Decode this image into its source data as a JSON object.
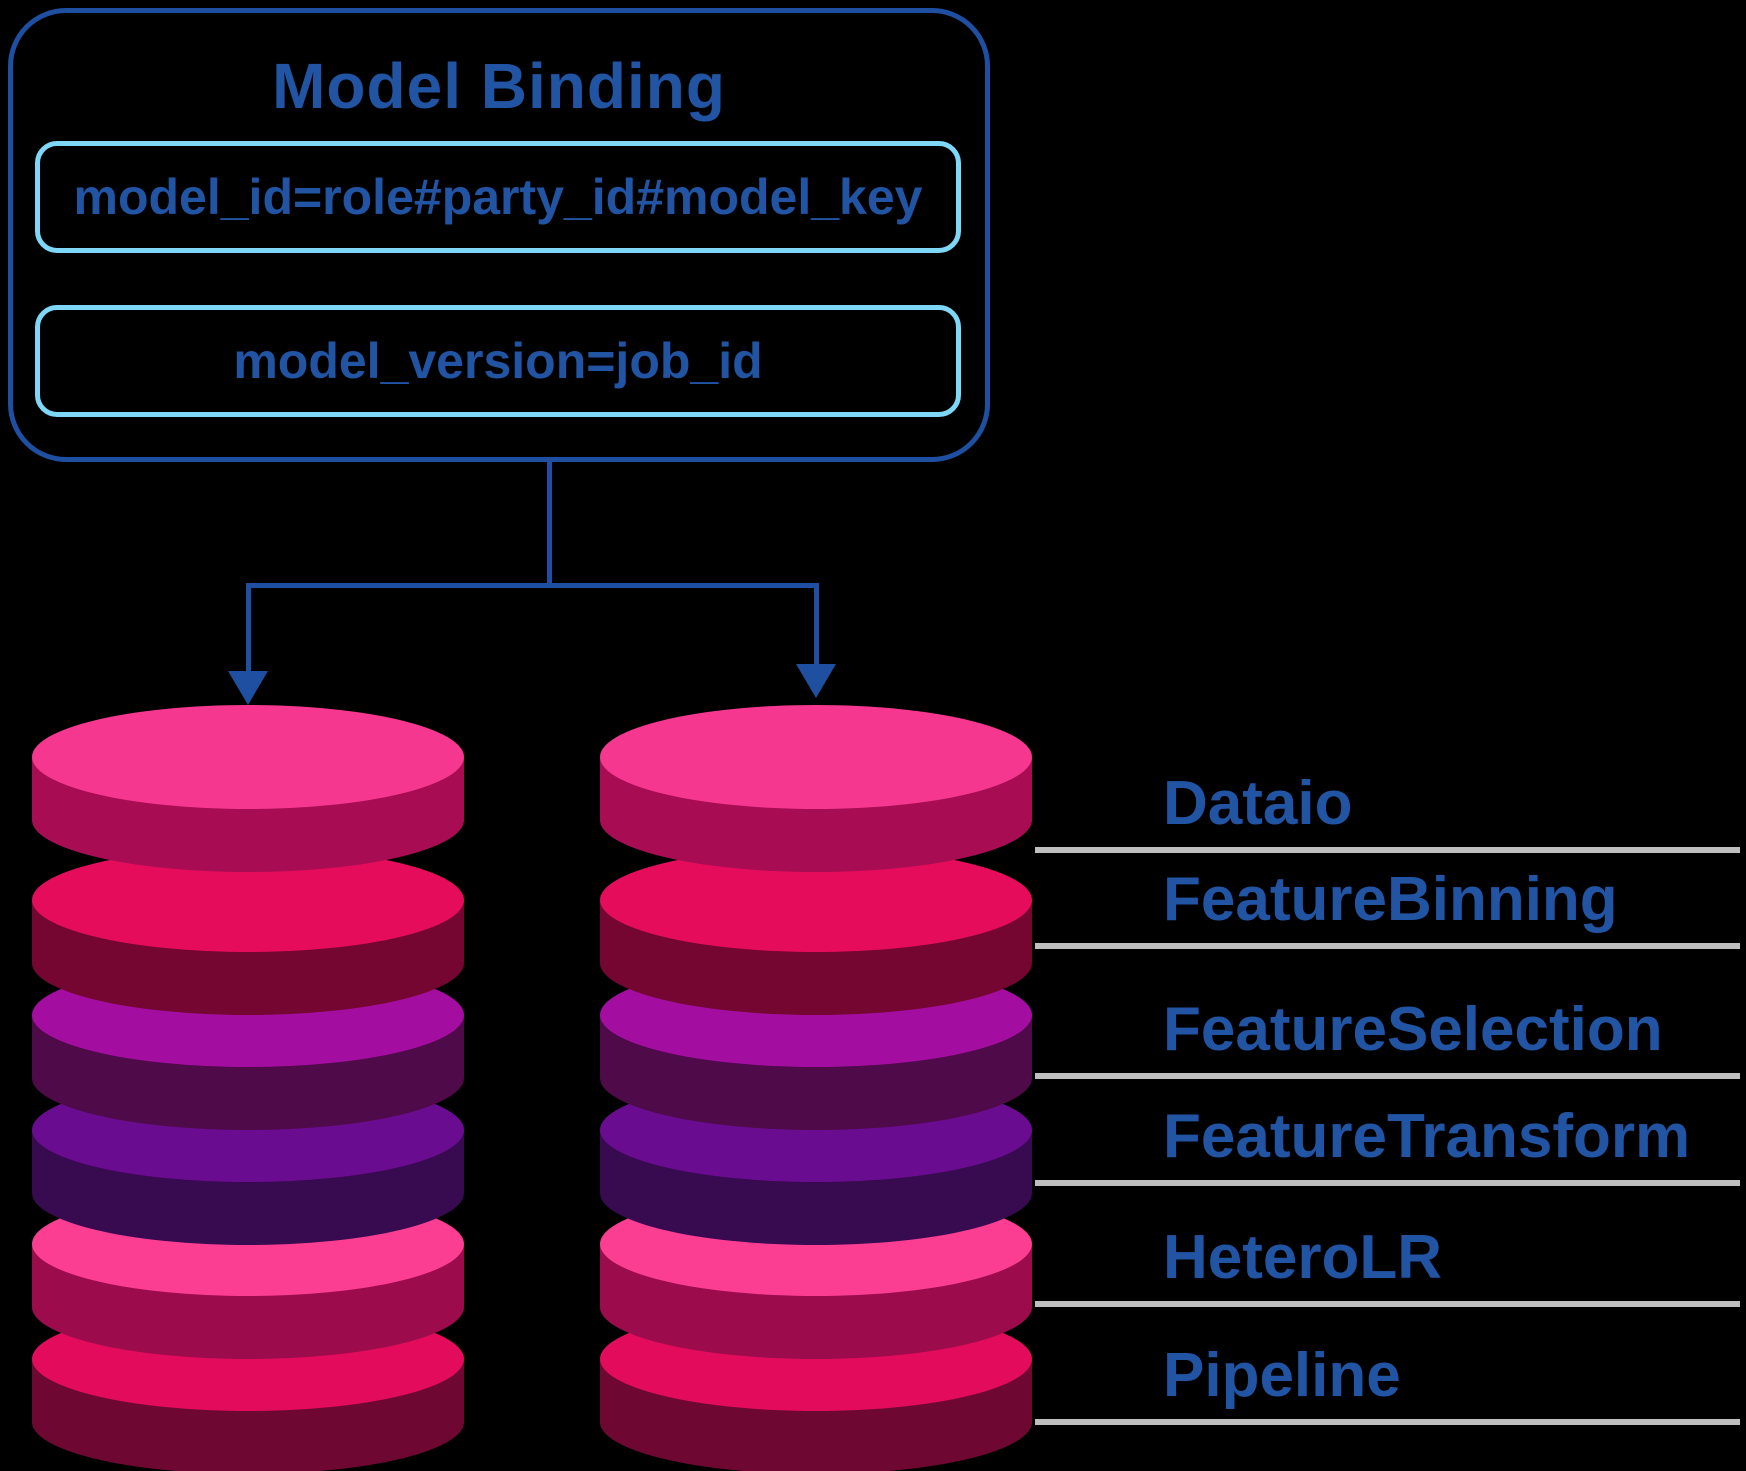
{
  "background_color": "#000000",
  "model_binding": {
    "title": "Model Binding",
    "fields": [
      {
        "text": "model_id=role#party_id#model_key"
      },
      {
        "text": "model_version=job_id"
      }
    ],
    "border_color": "#1E4FA1",
    "field_border_color": "#7FD7F8",
    "text_color": "#2155A4"
  },
  "connector": {
    "color": "#1E4FA1",
    "arrow_count": 2
  },
  "legend": {
    "text_color": "#2155A4",
    "separator_color": "#BFBFBF"
  },
  "stacks": {
    "count": 2,
    "disks_per_stack": 6
  },
  "layers": [
    {
      "label": "Dataio",
      "top_color": "#F53790",
      "side_color": "#A80D53"
    },
    {
      "label": "FeatureBinning",
      "top_color": "#E50C5C",
      "side_color": "#740631"
    },
    {
      "label": "FeatureSelection",
      "top_color": "#A30DA0",
      "side_color": "#4F0A4A"
    },
    {
      "label": "FeatureTransform",
      "top_color": "#6A0C90",
      "side_color": "#380A50"
    },
    {
      "label": "HeteroLR",
      "top_color": "#FB3E92",
      "side_color": "#9C0C4C"
    },
    {
      "label": "Pipeline",
      "top_color": "#E30B5C",
      "side_color": "#6E0833"
    }
  ]
}
